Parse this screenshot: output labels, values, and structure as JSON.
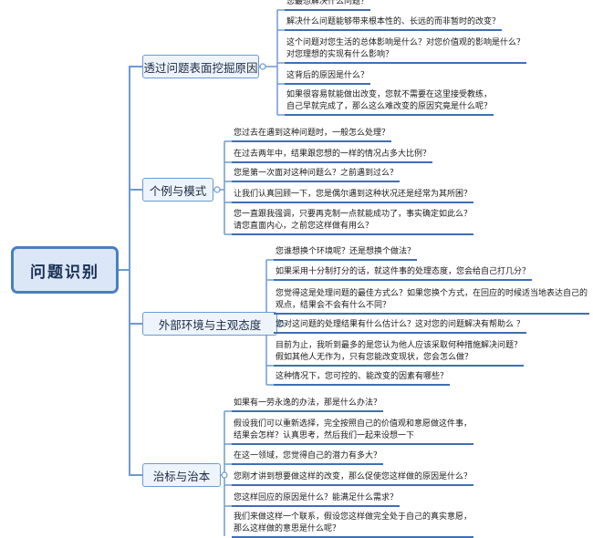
{
  "root": {
    "label": "问题识别"
  },
  "branches": [
    {
      "label": "透过问题表面挖掘原因",
      "leaves": [
        [
          "您最想解决什么问题？"
        ],
        [
          "解决什么问题能够带来根本性的、长远的而非暂时的改变？"
        ],
        [
          "这个问题对您生活的总体影响是什么？对您价值观的影响是什么？",
          "对您理想的实现有什么影响？"
        ],
        [
          "这背后的原因是什么？"
        ],
        [
          "如果很容易就能做出改变，您就不需要在这里接受教练，",
          "自己早就完成了，那么这么难改变的原因究竟是什么呢？"
        ]
      ]
    },
    {
      "label": "个例与模式",
      "leaves": [
        [
          "您过去在遇到这种问题时，一般怎么处理？"
        ],
        [
          "在过去两年中，结果跟您想的一样的情况占多大比例？"
        ],
        [
          "您是第一次面对这种问题么？之前遇到过么？"
        ],
        [
          "让我们认真回顾一下，您是偶尔遇到这种状况还是经常为其所困？"
        ],
        [
          "您一直跟我强调，只要再克制一点就能成功了，事实确定如此么？",
          "请您直面内心，之前您这样做有用么？"
        ]
      ]
    },
    {
      "label": "外部环境与主观态度",
      "leaves": [
        [
          "您谁想换个环境呢？还是想换个做法？"
        ],
        [
          "如果采用十分制打分的话，就这件事的处理态度，您会给自己打几分？"
        ],
        [
          "您觉得这是处理问题的最佳方式么？如果您换个方式，在回应的时候适当地表达自己的",
          "观点，结果会不会有什么不同？"
        ],
        [
          "您对这问题的处理结果有什么估计么？这对您的问题解决有帮助么 ？"
        ],
        [
          "目前为止，我听到最多的是您认为他人应该采取何种措施解决问题？",
          "假如其他人无作为，只有您能改变现状，您会怎么做？"
        ],
        [
          "这种情况下，您可控的、能改变的因素有哪些？"
        ]
      ]
    },
    {
      "label": "治标与治本",
      "leaves": [
        [
          "如果有一劳永逸的办法，那是什么办法？"
        ],
        [
          "假设我们可以重新选择，完全按照自己的价值观和意愿做这件事，",
          "结果会怎样？认真思考，然后我们一起来设想一下"
        ],
        [
          "在这一领域，您觉得自己的潜力有多大？"
        ],
        [
          "您刚才讲到想要做这样的改变，那么促使您这样做的原因是什么？"
        ],
        [
          "您这样回应的原因是什么？能满足什么需求？"
        ],
        [
          "我们来做这样一个联系，假设您这样做完全处于自己的真实意愿，",
          "那么这样做的意思是什么呢？"
        ]
      ]
    }
  ]
}
